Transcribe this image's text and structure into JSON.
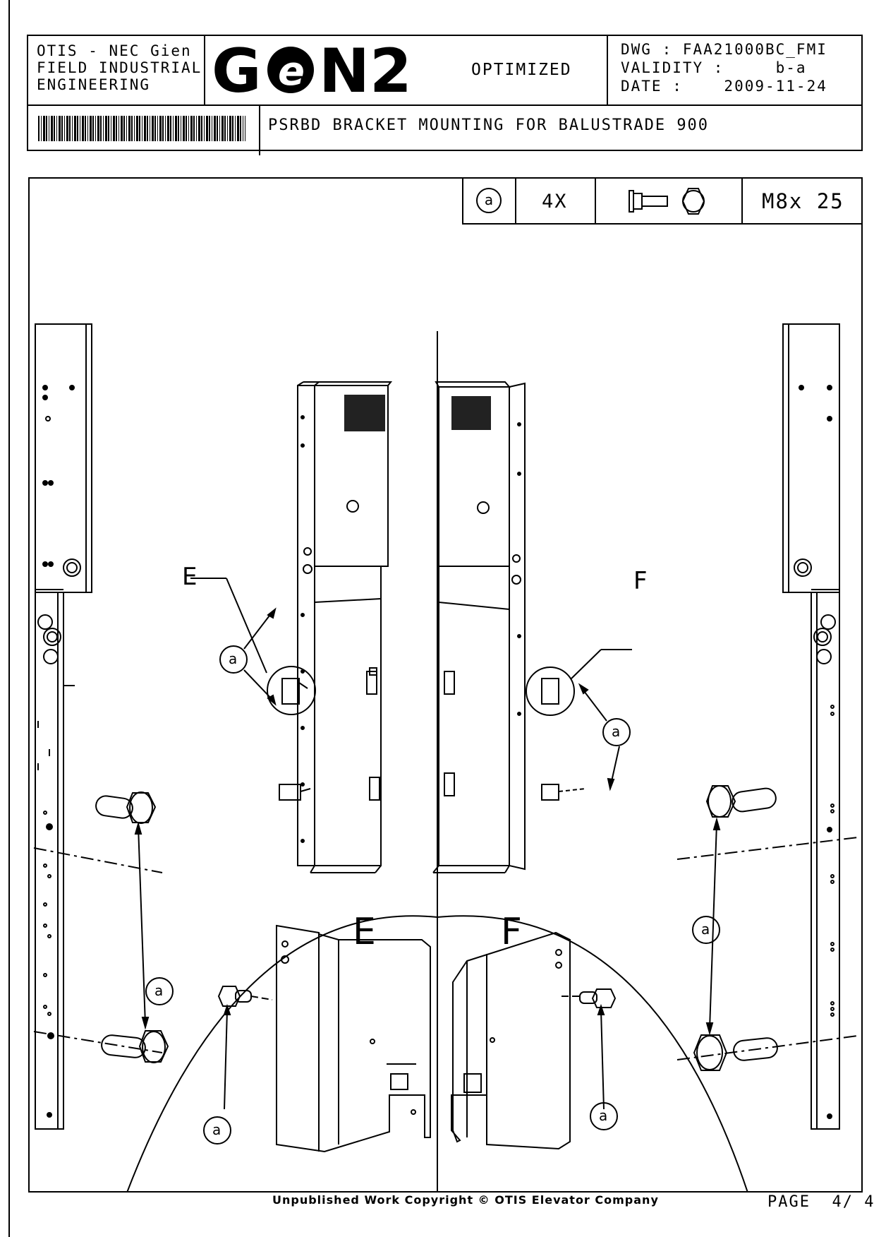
{
  "title_block": {
    "org_lines": [
      "OTIS - NEC Gien",
      "FIELD INDUSTRIAL",
      "ENGINEERING"
    ],
    "logo_text": "GeN2",
    "optimized": "OPTIMIZED",
    "dwg": "DWG : FAA21000BC_FMI",
    "validity": "VALIDITY :     b-a",
    "date": "DATE :    2009-11-24",
    "drawing_title": "PSRBD BRACKET MOUNTING FOR BALUSTRADE 900"
  },
  "parts_table": {
    "callout": "a",
    "quantity": "4X",
    "part_icon": "flange-bolt-icon",
    "spec": "M8x 25"
  },
  "labels": {
    "detail_e_tag": "E",
    "detail_f_tag": "F",
    "detail_e_title": "E",
    "detail_f_title": "F",
    "callout": "a"
  },
  "footer": {
    "copyright": "Unpublished Work Copyright © OTIS Elevator Company",
    "page": "PAGE  4/ 4"
  }
}
